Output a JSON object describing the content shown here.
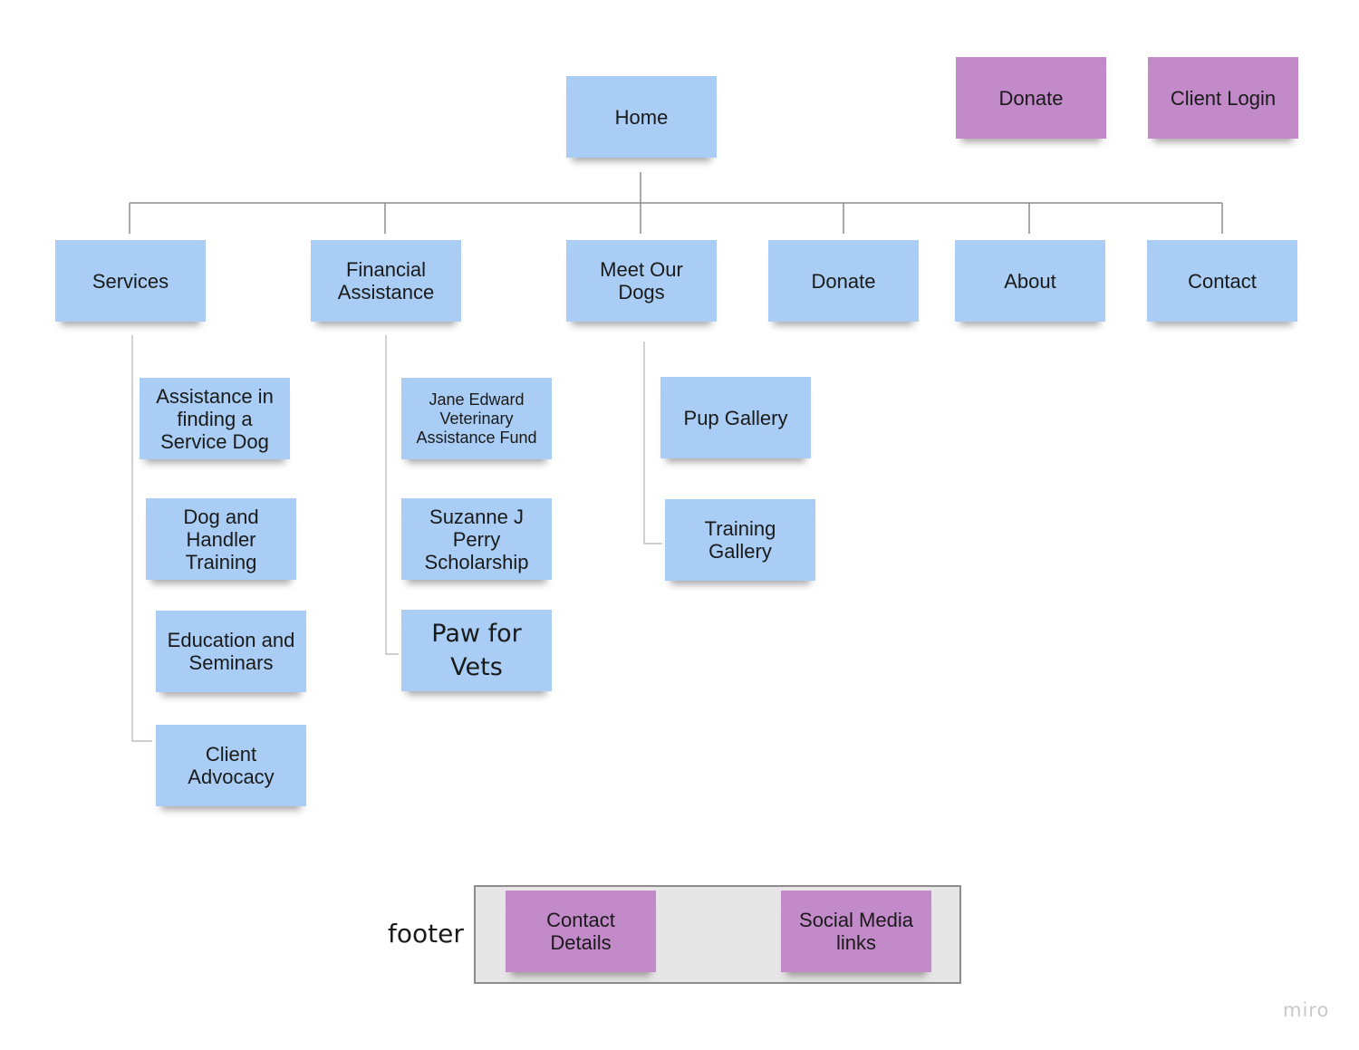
{
  "nodes": {
    "home": "Home",
    "donate_top": "Donate",
    "client_login": "Client Login",
    "services": "Services",
    "financial_assistance": "Financial Assistance",
    "meet_our_dogs": "Meet Our Dogs",
    "donate": "Donate",
    "about": "About",
    "contact": "Contact",
    "assistance_finding": "Assistance in finding a Service Dog",
    "dog_handler_training": "Dog and Handler Training",
    "education_seminars": "Education and Seminars",
    "client_advocacy": "Client Advocacy",
    "jane_edward": "Jane Edward Veterinary Assistance Fund",
    "suzanne_perry": "Suzanne J Perry Scholarship",
    "paw_for_vets": "Paw for Vets",
    "pup_gallery": "Pup Gallery",
    "training_gallery": "Training Gallery",
    "contact_details": "Contact Details",
    "social_media_links": "Social Media links"
  },
  "footer": {
    "label": "footer"
  },
  "watermark": "miro",
  "colors": {
    "page_sticky": "#a9cdf4",
    "utility_sticky": "#c38ac9",
    "connector": "#8c8c8c",
    "footer_frame": "#e6e6e6"
  }
}
